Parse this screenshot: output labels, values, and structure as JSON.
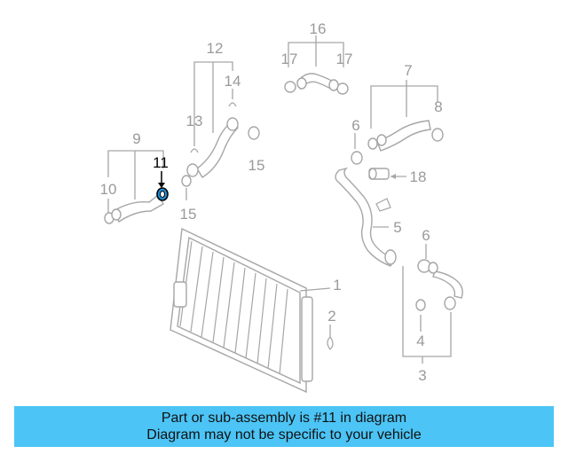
{
  "labels": {
    "l1": "1",
    "l2": "2",
    "l3": "3",
    "l4": "4",
    "l5": "5",
    "l6a": "6",
    "l6b": "6",
    "l7": "7",
    "l8": "8",
    "l9": "9",
    "l10": "10",
    "l11": "11",
    "l12": "12",
    "l13": "13",
    "l14": "14",
    "l15a": "15",
    "l15b": "15",
    "l16": "16",
    "l17a": "17",
    "l17b": "17",
    "l18": "18"
  },
  "highlight_part": "11",
  "colors": {
    "highlight": "#1f8fd6",
    "caption_bg": "#4cc4f5",
    "line": "#a6a6a6"
  },
  "caption": {
    "line1": "Part or sub-assembly is #11 in diagram",
    "line2": "Diagram may not be specific to your vehicle"
  }
}
